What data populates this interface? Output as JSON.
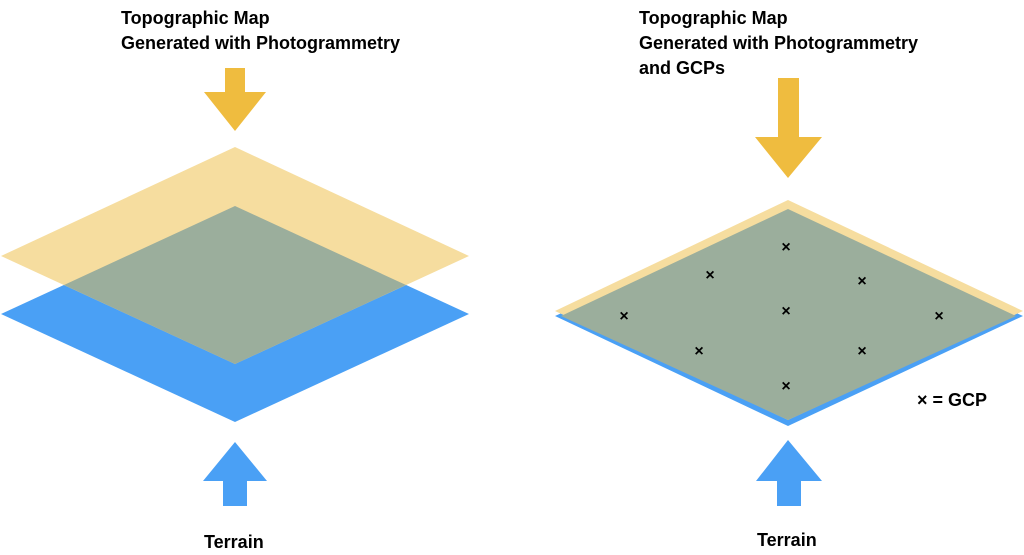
{
  "left": {
    "title_lines": [
      "Topographic Map",
      "Generated with Photogrammetry"
    ],
    "terrain_label": "Terrain"
  },
  "right": {
    "title_lines": [
      "Topographic Map",
      "Generated with Photogrammetry",
      "and GCPs"
    ],
    "terrain_label": "Terrain",
    "gcp_marker": "×",
    "legend": "× = GCP"
  },
  "colors": {
    "map_layer": "#F6DD9F",
    "terrain_layer": "#4AA0F5",
    "overlap": "#9BAE9C",
    "map_arrow": "#EFBC3F",
    "terrain_arrow": "#4AA0F5"
  }
}
